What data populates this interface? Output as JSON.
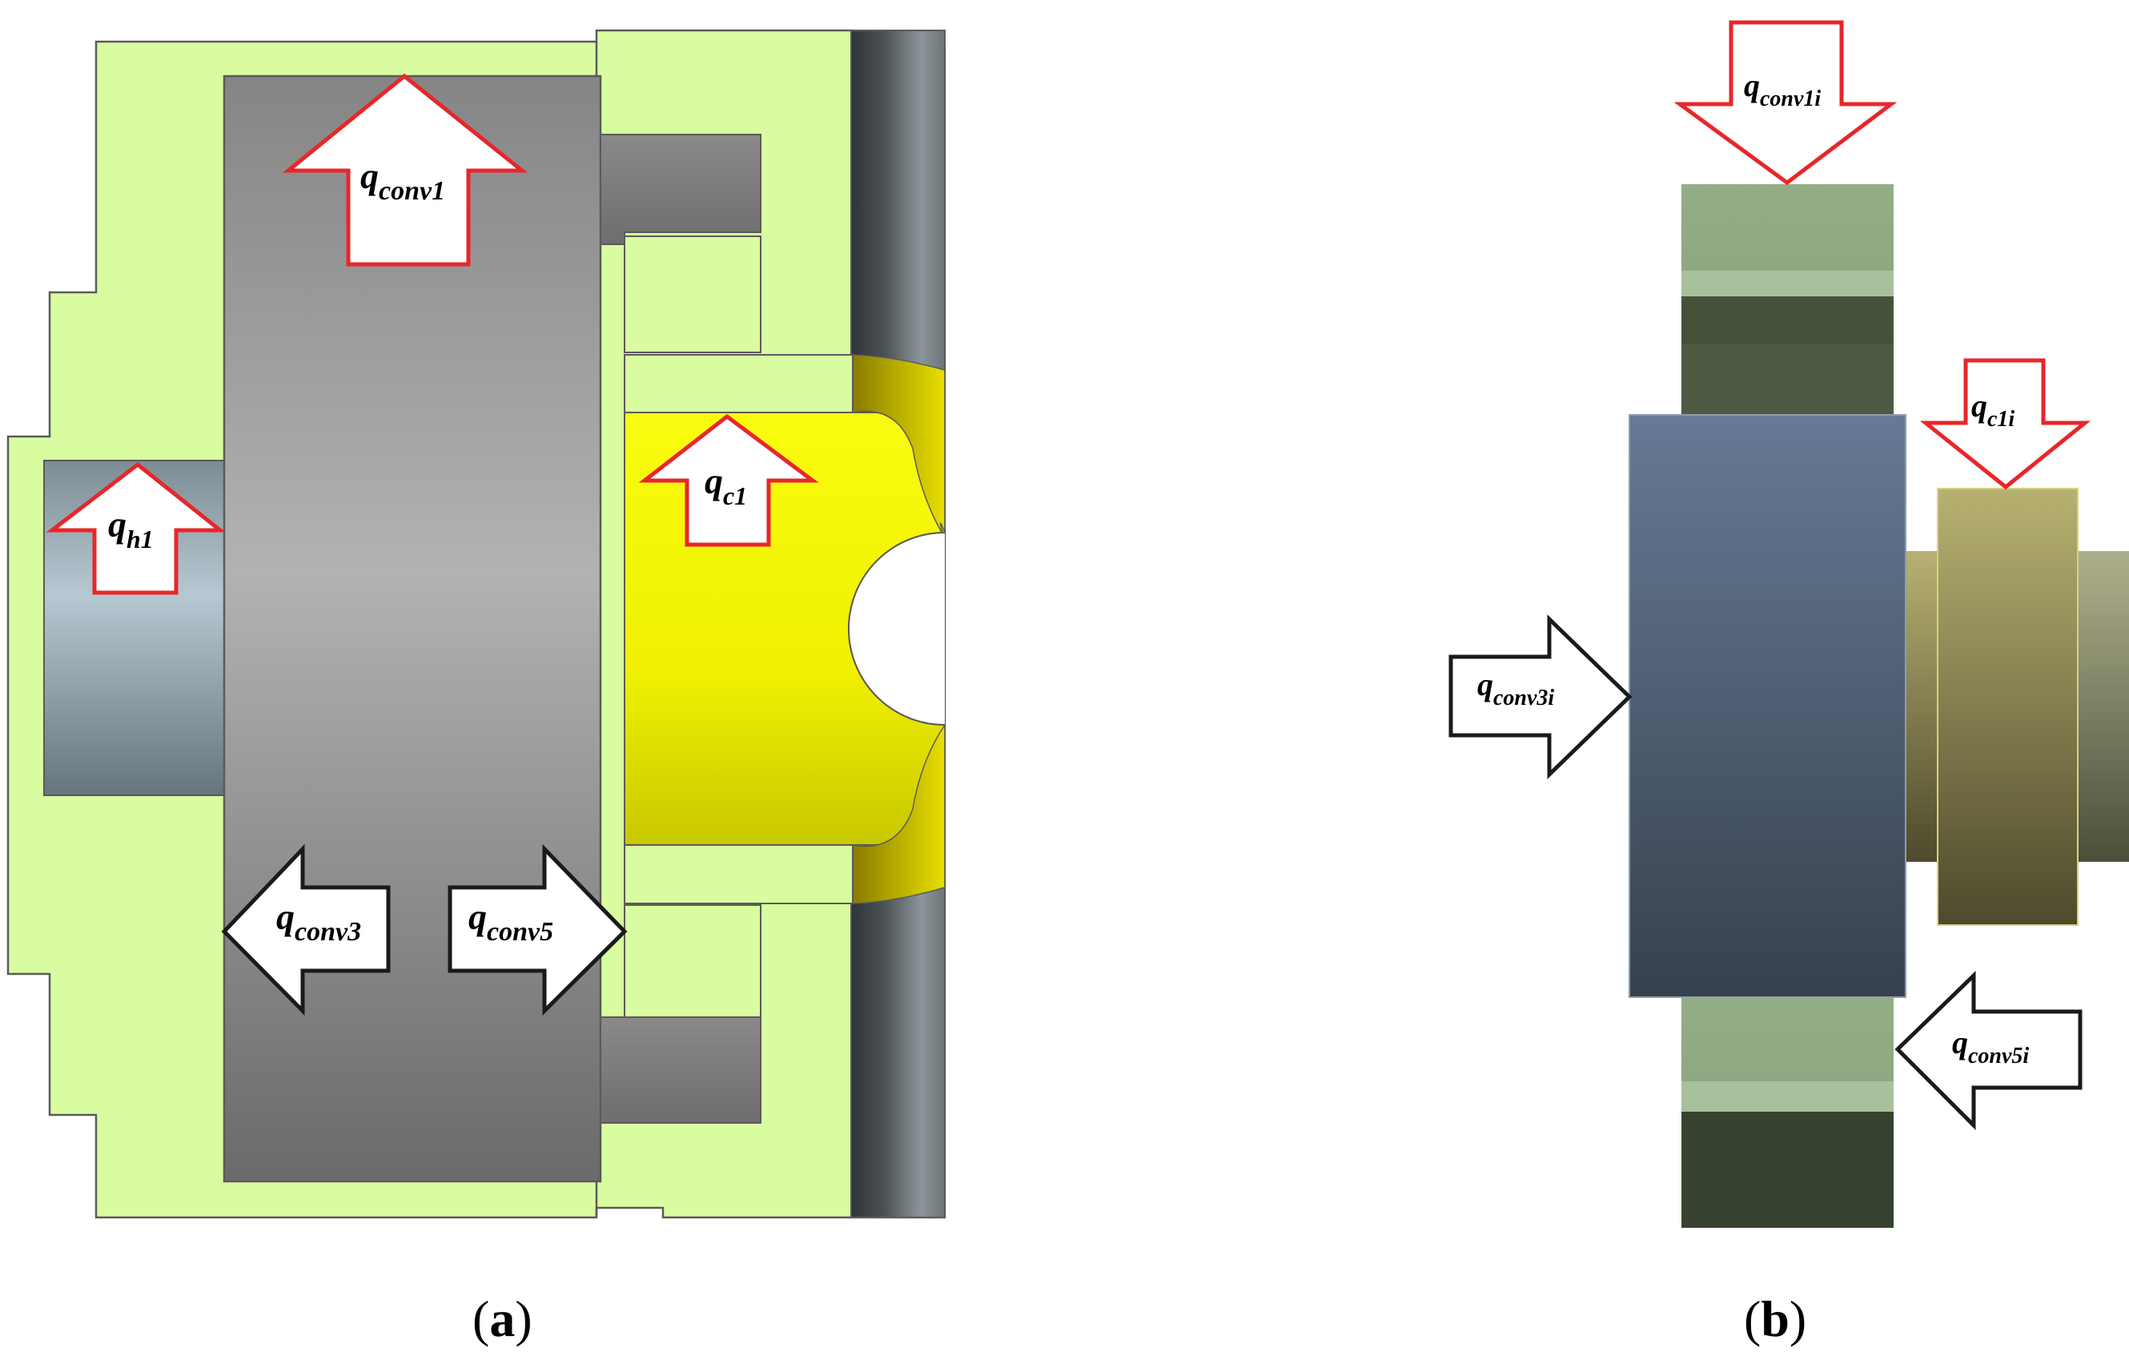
{
  "panel_a": {
    "caption_open": "(",
    "caption_letter": "a",
    "caption_close": ")",
    "labels": {
      "conv1": {
        "base": "q",
        "sub": "conv1"
      },
      "h1": {
        "base": "q",
        "sub": "h1"
      },
      "c1": {
        "base": "q",
        "sub": "c1"
      },
      "conv3": {
        "base": "q",
        "sub": "conv3"
      },
      "conv5": {
        "base": "q",
        "sub": "conv5"
      }
    }
  },
  "panel_b": {
    "caption_open": "(",
    "caption_letter": "b",
    "caption_close": ")",
    "labels": {
      "conv1i": {
        "base": "q",
        "sub": "conv1i"
      },
      "c1i": {
        "base": "q",
        "sub": "c1i"
      },
      "conv3i": {
        "base": "q",
        "sub": "conv3i"
      },
      "conv5i": {
        "base": "q",
        "sub": "conv5i"
      }
    }
  },
  "colors": {
    "housing": "#d9fca0",
    "outline": "#5a5a5a",
    "yellow_part": "#f3f300",
    "red_arrow": "#e8262a",
    "black_arrow": "#1a1a1a"
  },
  "icons": {
    "red_arrows": "heat-flux-arrow-icon",
    "black_arrows": "heat-flux-arrow-icon"
  }
}
